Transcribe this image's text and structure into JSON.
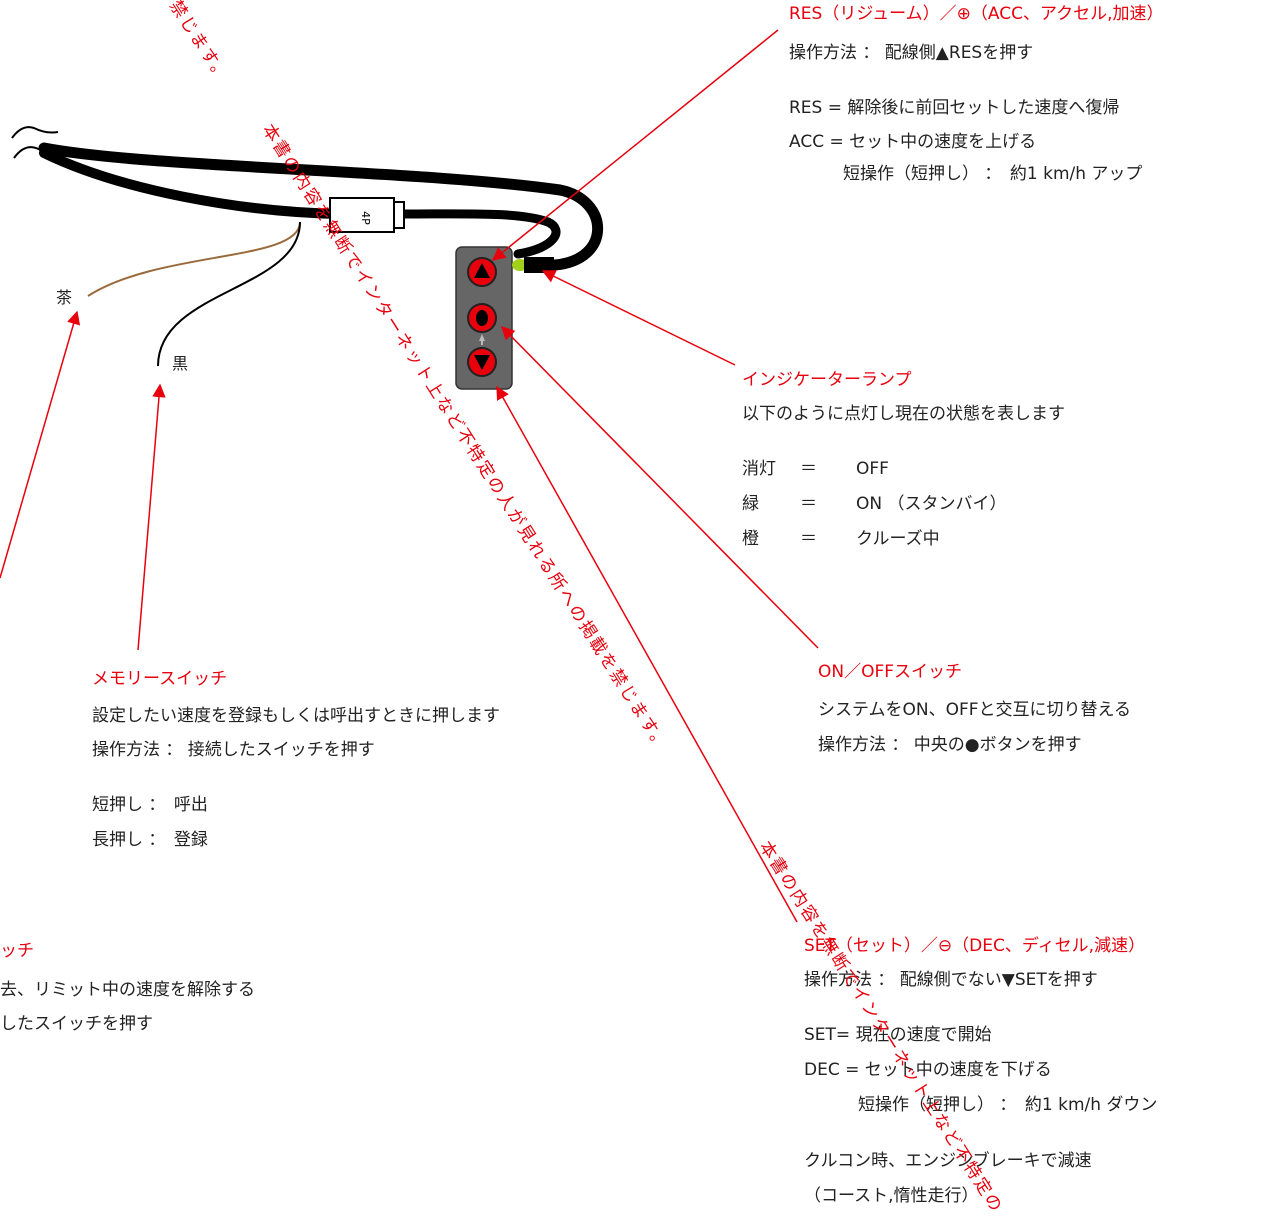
{
  "wire_labels": {
    "brown": "茶",
    "black": "黒",
    "connector": "4P"
  },
  "res_section": {
    "title": "RES（リジューム）／⊕（ACC、アクセル,加速）",
    "op": "操作方法 ： 配線側▲RESを押す",
    "l1": "RES = 解除後に前回セットした速度へ復帰",
    "l2": "ACC = セット中の速度を上げる",
    "l3": "短操作（短押し） ：　約1 km/h アップ"
  },
  "indicator_section": {
    "title": "インジケーターランプ",
    "desc": "以下のように点灯し現在の状態を表します",
    "rows": [
      {
        "k": "消灯",
        "eq": "＝",
        "v": "OFF"
      },
      {
        "k": "緑",
        "eq": "＝",
        "v": "ON （スタンバイ）"
      },
      {
        "k": "橙",
        "eq": "＝",
        "v": "クルーズ中"
      }
    ]
  },
  "onoff_section": {
    "title": "ON／OFFスイッチ",
    "desc": "システムをON、OFFと交互に切り替える",
    "op": "操作方法 ： 中央の●ボタンを押す"
  },
  "memory_section": {
    "title": "メモリースイッチ",
    "desc": "設定したい速度を登録もしくは呼出すときに押します",
    "op": "操作方法 ： 接続したスイッチを押す",
    "short": "短押し ：　呼出",
    "long": "長押し ：　登録"
  },
  "cancel_section": {
    "title": "ッチ",
    "desc": "去、リミット中の速度を解除する",
    "op": "したスイッチを押す"
  },
  "set_section": {
    "title": "SET（セット）／⊖（DEC、ディセル,減速）",
    "op": "操作方法 ： 配線側でない▼SETを押す",
    "l1": "SET= 現在の速度で開始",
    "l2": "DEC = セット中の速度を下げる",
    "l3": "短操作（短押し） ：　約1 km/h ダウン",
    "l4": "クルコン時、エンジンブレーキで減速",
    "l5": "（コースト,惰性走行）"
  },
  "watermarks": {
    "w1": "禁じます。",
    "w2": "本書の内容を無断でインターネット上など不特定の人が見れる所への掲載を禁じます。",
    "w3": "本書の内容を無断でインターネット上など不特定の"
  },
  "colors": {
    "accent_red": "#e8000d",
    "switch_body": "#666666",
    "button_red": "#e8000d",
    "led_green": "#a3d11a",
    "wire_brown": "#9a6a3a"
  }
}
